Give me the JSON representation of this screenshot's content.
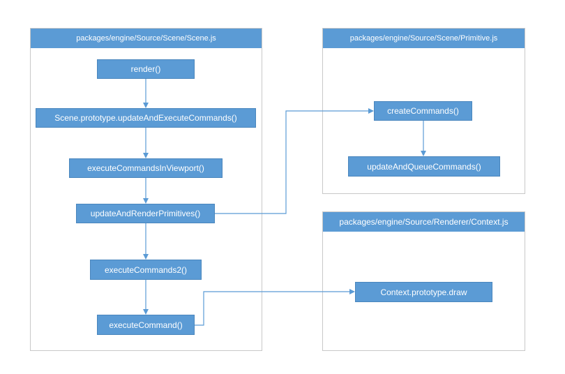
{
  "containers": {
    "scene": {
      "title": "packages/engine/Source/Scene/Scene.js"
    },
    "primitive": {
      "title": "packages/engine/Source/Scene/Primitive.js"
    },
    "context": {
      "title": "packages/engine/Source/Renderer/Context.js"
    }
  },
  "nodes": {
    "render": "render()",
    "update_execute": "Scene.prototype.updateAndExecuteCommands()",
    "execute_viewport": "executeCommandsInViewport()",
    "update_render_primitives": "updateAndRenderPrimitives()",
    "execute_commands2": "executeCommands2()",
    "execute_command": "executeCommand()",
    "create_commands": "createCommands()",
    "update_queue": "updateAndQueueCommands()",
    "context_draw": "Context.prototype.draw"
  },
  "colors": {
    "node_fill": "#5b9bd5",
    "edge": "#5b9bd5",
    "container_border": "#c8c8c8"
  }
}
